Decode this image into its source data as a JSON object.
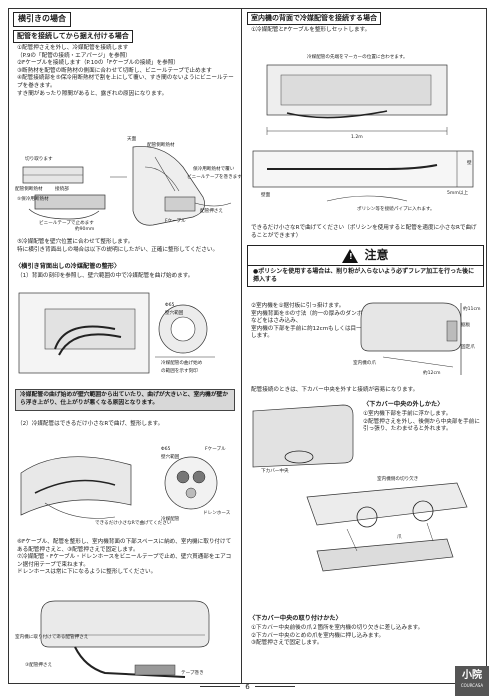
{
  "left": {
    "section_title": "横引きの場合",
    "sub_title": "配管を接続してから据え付ける場合",
    "steps_a": [
      "①配管押さえを外し、冷媒配管を接続します",
      "（P.9の「配管の接続・エアパージ」を参照）",
      "②Fケーブルを接続します（P.10の「Fケーブルの接続」を参照）",
      "③断熱材を配管の断熱材の側面に合わせて切断し、ビニールテープで止めます",
      "④配管接続部を⑤保冷用断熱材で割を上にして覆い、すき間のないようにビニールテープを巻きます。",
      "すき間があったり隙間があると、露ぎれの原因になります。"
    ],
    "fig1_labels": {
      "cut": "切り取ります",
      "insulation": "配管側断熱材",
      "joint": "接続部",
      "tape": "ビニールテープで止めます",
      "thermal": "⑤保冷用断熱材",
      "ceiling": "天面",
      "about": "約90mm",
      "pipe_ins": "配管側断熱材",
      "hold": "保冷用断熱材で覆い",
      "tape2": "ビニールテープを巻きます",
      "fcable": "Fケーブル",
      "press": "配管押さえ"
    },
    "step5": [
      "⑤冷媒配管を壁穴位置に合わせて整形します。",
      "特に横引き背面出しの場合は以下の説明にしたがい、正確に整形してください。"
    ],
    "subhead_bend": "〈横引き背面出しの冷媒配管の整形〉",
    "bend_steps": [
      "（1）背面の刻印を参照し、壁穴範囲の中で冷媒配管を曲げ始めます。"
    ],
    "fig2_labels": {
      "hole": "Φ65",
      "range": "壁穴範囲",
      "bend": "冷媒配管の曲げ始め",
      "marks": "の範囲を示す刻印"
    },
    "warning_shaded": "冷媒配管の曲げ始めが壁穴範囲から出ていたり、曲げが大きいと、室内機が壁から浮き上がり、仕上がりが悪くなる原因となります。",
    "bend_step2": "（2）冷媒配管はできるだけ小さなRで曲げ、整形します。",
    "fig3_labels": {
      "hole": "Φ65",
      "range": "壁穴範囲",
      "fcable": "Fケーブル",
      "pipe": "冷媒配管",
      "drain": "ドレンホース",
      "bend": "できるだけ小さなRで曲げてください"
    },
    "steps_b": [
      "⑥Fケーブル、配管を整形し、室内機背面の下部スペースに納め、室内機に取り付けてある配管押さえと、③配管押さえで固定します。",
      "⑦冷媒配管・Fケーブル・ドレンホースをビニールテープで止め、壁穴貫通部をエアコン据付用テープで束ねます。",
      "ドレンホースは常に下になるように整形してください。"
    ],
    "fig4_labels": {
      "clip": "室内機に取り付けてある配管押さえ",
      "press": "③配管押さえ",
      "tape": "テープ巻き"
    }
  },
  "right": {
    "sub_title": "室内機の背面で冷媒配管を接続する場合",
    "steps": [
      "①冷媒配管とFケーブルを整形しセットします。"
    ],
    "fig1_labels": {
      "mark": "冷媒配管の先端をマーカーの位置に合わせます。",
      "length": "1.2m",
      "wall": "壁面",
      "poly": "ポリシン等を接続パイプに入れます。",
      "mm": "5mm以上",
      "wall2": "壁"
    },
    "poly_note": [
      "できるだけ小さなRで曲げてください（ポリシンを使用すると配管を適度に小さなRで曲げることができます）"
    ],
    "caution": {
      "title": "注意",
      "body": "●ポリシンを使用する場合は、削り粉が入らないよう必ずフレア加工を行った後に挿入する"
    },
    "step2": [
      "②室内機を①据付板に引っ掛けます。",
      "室内機背面を⑤の寸法（約一の厚みのダンボール）などをはさみ込み、",
      "室内機の下部を手前に約12cmもしくは目一杯浮かします。"
    ],
    "fig2_labels": {
      "about": "約11cm",
      "board": "据板",
      "stopper": "室内機の爪",
      "fix": "固定爪",
      "about2": "約12cm"
    },
    "step3": "配管接続のときは、下カバー中央を外すと接続が容易になります。",
    "subhead_remove": "〈下カバー中央の外しかた〉",
    "remove_steps": [
      "①室内機下部を手前に浮かします。",
      "②配管押さえを外し、後側から中央部を手前に引っ張り、たわませると外れます。"
    ],
    "fig3_labels": {
      "cover": "下カバー中央",
      "cutout": "室内機側の切り欠き",
      "claw": "爪"
    },
    "subhead_attach": "〈下カバー中央の取り付けかた〉",
    "attach_steps": [
      "①下カバー中央前後の爪２箇所を室内機の切り欠きに差し込みます。",
      "②下カバー中央のとめの爪を室内機に押し込みます。",
      "③配管押さえで固定します。"
    ]
  },
  "page_number": "6",
  "logo": {
    "text": "小院",
    "sub": "COURCASA"
  }
}
